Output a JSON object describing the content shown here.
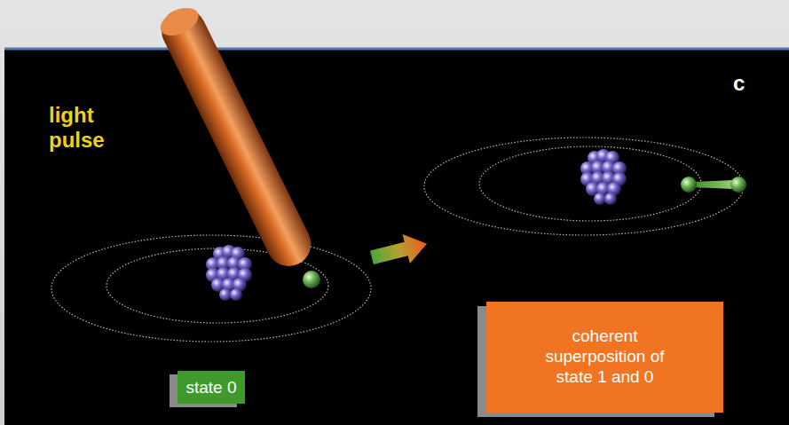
{
  "diagram": {
    "nodes": [
      {
        "text": [
          "state 0"
        ]
      },
      {
        "text": [
          "coherent superposition of state 1 and 0"
        ]
      }
    ],
    "labels": [
      "light pulse",
      "c"
    ]
  }
}
